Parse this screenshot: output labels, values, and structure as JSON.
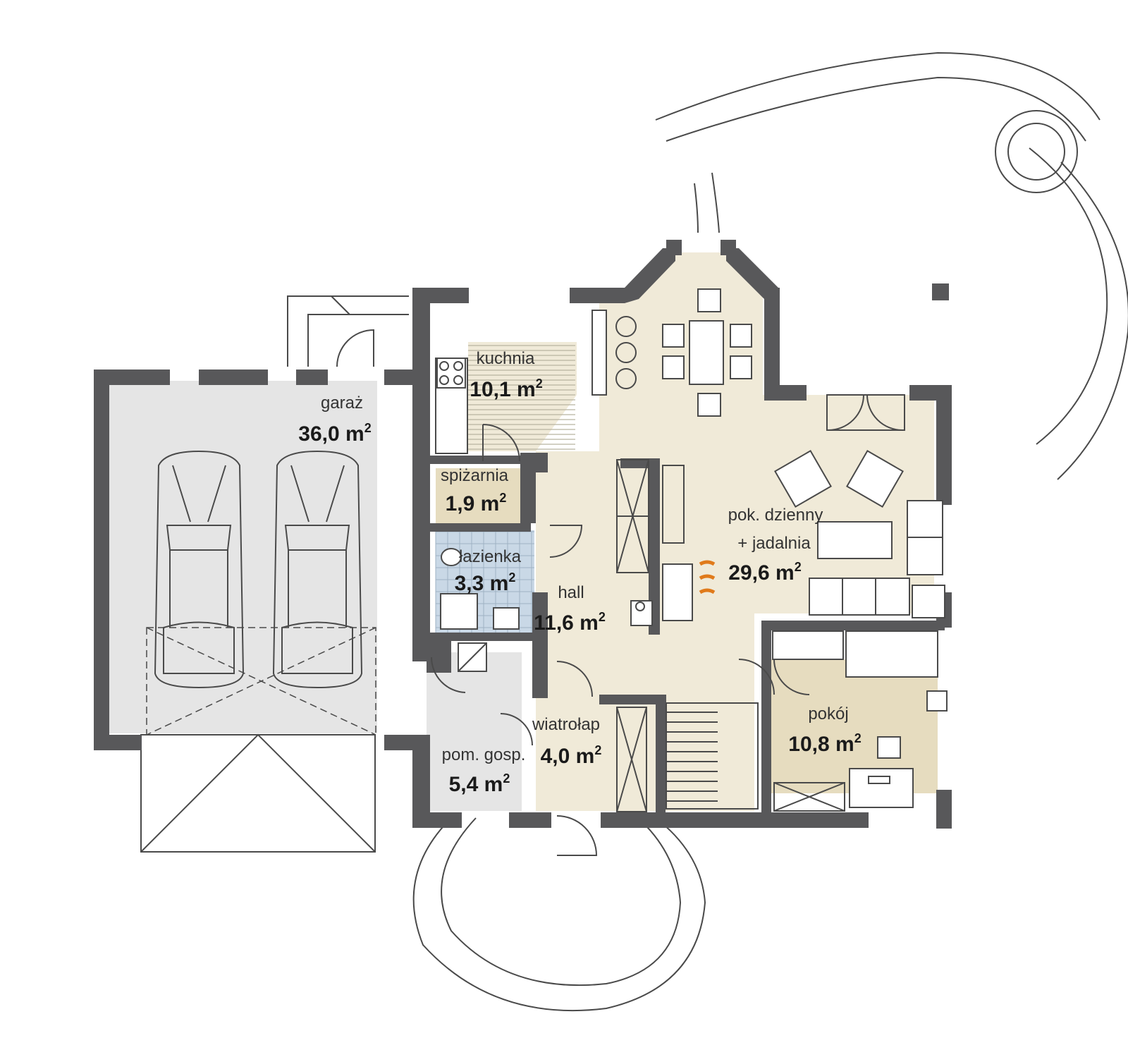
{
  "colors": {
    "wall": "#58585a",
    "garage_floor": "#e5e5e5",
    "living_floor": "#f0ead8",
    "room_floor": "#e6dcbf",
    "bathroom_tile": "#c9d8e6",
    "fireplace": "#e07a1a"
  },
  "rooms": {
    "garage": {
      "name": "garaż",
      "area": "36,0 m",
      "unit_exp": "2"
    },
    "kitchen": {
      "name": "kuchnia",
      "area": "10,1 m",
      "unit_exp": "2"
    },
    "pantry": {
      "name": "spiżarnia",
      "area": "1,9 m",
      "unit_exp": "2"
    },
    "bathroom": {
      "name": "łazienka",
      "area": "3,3 m",
      "unit_exp": "2"
    },
    "hall": {
      "name": "hall",
      "area": "11,6 m",
      "unit_exp": "2"
    },
    "living": {
      "name_line1": "pok. dzienny",
      "name_line2": "+ jadalnia",
      "area": "29,6 m",
      "unit_exp": "2"
    },
    "vestibule": {
      "name": "wiatrołap",
      "area": "4,0 m",
      "unit_exp": "2"
    },
    "utility": {
      "name": "pom. gosp.",
      "area": "5,4 m",
      "unit_exp": "2"
    },
    "room": {
      "name": "pokój",
      "area": "10,8 m",
      "unit_exp": "2"
    }
  },
  "icons": [
    "car-icon",
    "fireplace-icon",
    "stairs-icon",
    "door-swing-icon",
    "dining-table-icon",
    "sofa-icon",
    "armchair-icon",
    "desk-icon",
    "stove-icon",
    "sink-icon",
    "shower-icon",
    "toilet-icon"
  ]
}
